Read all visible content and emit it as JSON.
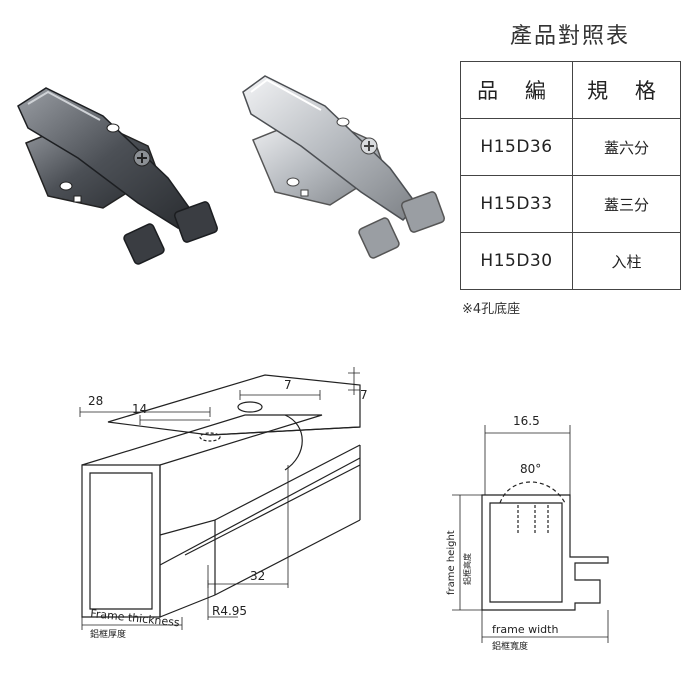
{
  "spec_table": {
    "title": "產品對照表",
    "headers": [
      "品 編",
      "規 格"
    ],
    "rows": [
      {
        "code": "H15D36",
        "spec": "蓋六分"
      },
      {
        "code": "H15D33",
        "spec": "蓋三分"
      },
      {
        "code": "H15D30",
        "spec": "入柱"
      }
    ],
    "note": "※4孔底座"
  },
  "product_images": [
    {
      "icon": "hinge-dark-finish-image",
      "finish": "dark"
    },
    {
      "icon": "hinge-silver-finish-image",
      "finish": "silver"
    }
  ],
  "profile_drawing": {
    "dims": {
      "d28": "28",
      "d14": "14",
      "d7a": "7",
      "d7b": "7",
      "d32": "32",
      "r": "R4.95"
    },
    "frame_thickness_label": "Frame thickness",
    "frame_thickness_zh": "鋁框厚度"
  },
  "section_drawing": {
    "width_dim": "16.5",
    "angle": "80°",
    "frame_height_label": "frame height",
    "frame_height_zh": "鋁框高度",
    "frame_width_label": "frame width",
    "frame_width_zh": "鋁框寬度"
  }
}
